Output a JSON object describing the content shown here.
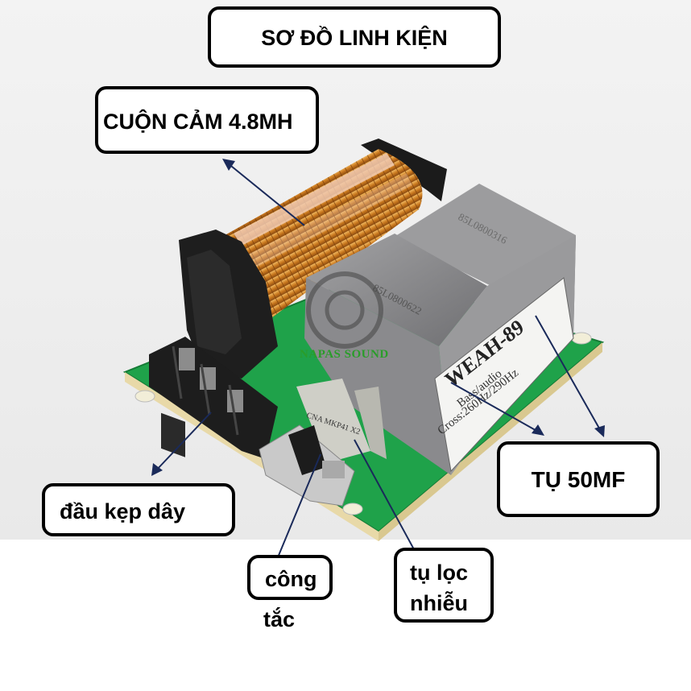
{
  "title": "SƠ ĐỒ LINH KIỆN",
  "labels": {
    "coil": "CUỘN CẢM 4.8MH",
    "capacitor": "TỤ 50MF",
    "terminal": "đầu kẹp dây",
    "switch_line1": "công",
    "switch_line2": "tắc",
    "filter_line1": "tụ lọc",
    "filter_line2": "nhiễu"
  },
  "board": {
    "model": "WEAH-89",
    "line1": "Bass/audio",
    "line2": "Cross:260Hz/290Hz",
    "cap_code1": "85L0800622",
    "cap_code2": "85L0800316",
    "film_cap": "CNA MKP41 X2",
    "brand": "NAPAS SOUND"
  },
  "colors": {
    "pcb": "#1fa24a",
    "copper": "#d4862a",
    "capacitor_gray": "#8d8d8f",
    "arrow": "#1a2a5a"
  }
}
